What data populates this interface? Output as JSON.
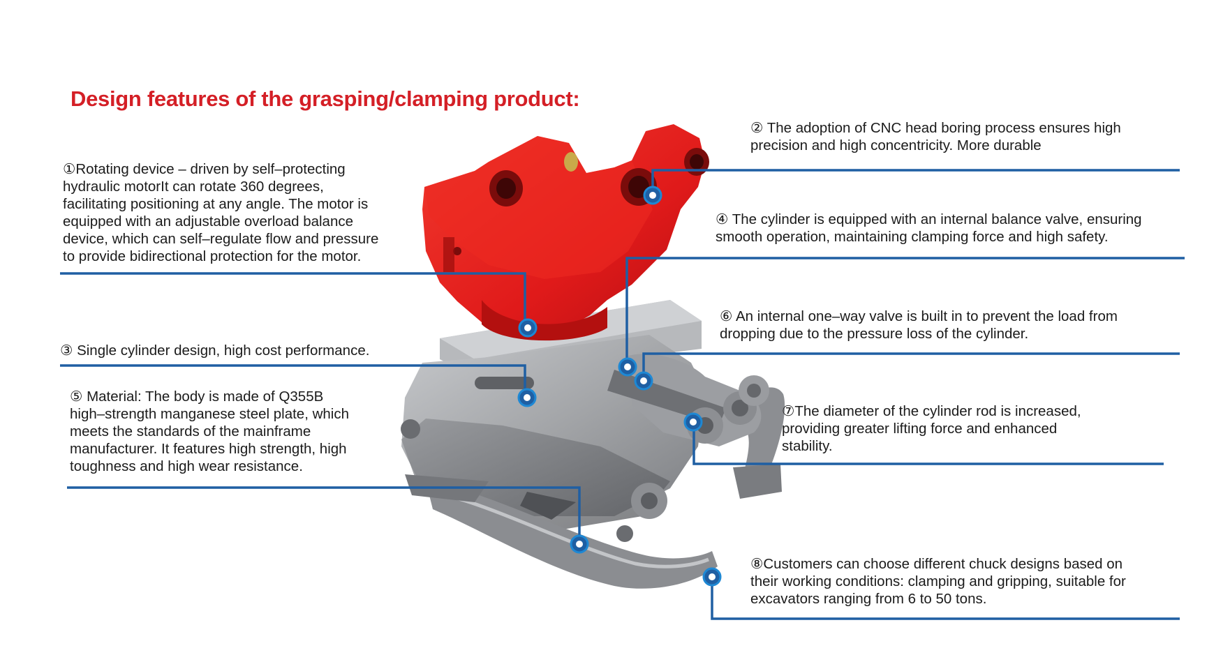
{
  "colors": {
    "title": "#d41f26",
    "leader": "#1f5fa3",
    "marker_ring": "#1e88d4",
    "attachment_red": "#e01a1a",
    "steel_gray": "#a3a5a8"
  },
  "title": "Design features of the grasping/clamping product:",
  "features": [
    {
      "id": "1",
      "lines": [
        "①Rotating device – driven by self–protecting",
        "hydraulic motorIt can rotate 360 degrees,",
        "facilitating positioning at any angle. The motor is",
        "equipped with an adjustable overload balance",
        "device, which can self–regulate flow and pressure",
        "to provide bidirectional protection for the motor."
      ]
    },
    {
      "id": "2",
      "lines": [
        "② The adoption of CNC head boring process ensures high",
        "precision and high concentricity. More durable"
      ]
    },
    {
      "id": "3",
      "lines": [
        "③ Single cylinder design, high cost performance."
      ]
    },
    {
      "id": "4",
      "lines": [
        "④ The cylinder is equipped with an internal balance valve, ensuring",
        "smooth operation, maintaining clamping force and high safety."
      ]
    },
    {
      "id": "5",
      "lines": [
        "⑤ Material: The body is made of Q355B",
        "high–strength manganese steel plate, which",
        "meets the standards of the mainframe",
        "manufacturer. It features high strength, high",
        "toughness and high wear resistance."
      ]
    },
    {
      "id": "6",
      "lines": [
        "⑥ An internal one–way valve is built in to prevent the load from",
        "dropping due to the pressure loss of the cylinder."
      ]
    },
    {
      "id": "7",
      "lines": [
        "⑦The diameter of the cylinder rod is increased,",
        "providing greater lifting force and enhanced",
        "stability."
      ]
    },
    {
      "id": "8",
      "lines": [
        "⑧Customers can choose different chuck designs based on",
        "their working conditions: clamping and gripping, suitable for",
        "excavators ranging from 6 to 50 tons."
      ]
    }
  ]
}
